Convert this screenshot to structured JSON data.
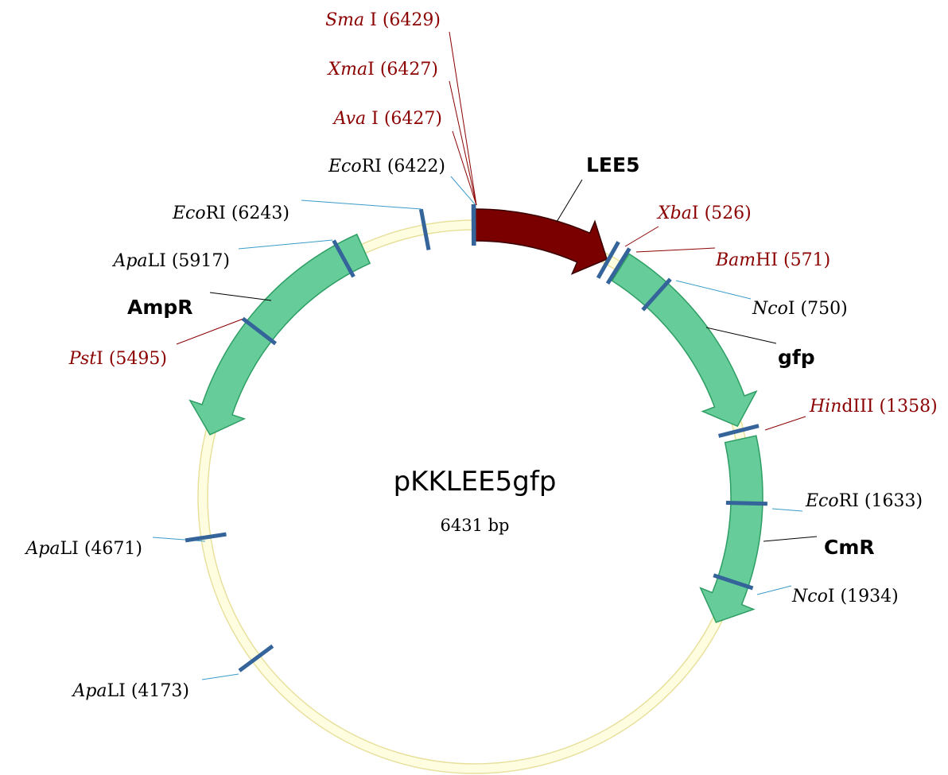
{
  "plasmid": {
    "name": "pKKLEE5gfp",
    "size_label": "6431 bp",
    "total_bp": 6431
  },
  "colors": {
    "backbone_fill": "#fffde0",
    "backbone_stroke": "#e8e098",
    "leader_line_blue": "#3a9cc8",
    "leader_line_red": "#8b0000",
    "leader_line_black": "#000000",
    "cut_mark": "#34649a",
    "feature_green": "#66cc99",
    "feature_green_stroke": "#2e9e64",
    "feature_red": "#7a0000",
    "label_red": "#8b0000",
    "label_black": "#000000"
  },
  "features": [
    {
      "name": "LEE5",
      "start": 1,
      "end": 520,
      "direction": "cw",
      "color": "red"
    },
    {
      "name": "gfp",
      "start": 580,
      "end": 1340,
      "direction": "cw",
      "color": "green"
    },
    {
      "name": "CmR",
      "start": 1390,
      "end": 2100,
      "direction": "cw",
      "color": "green"
    },
    {
      "name": "AmpR",
      "start": 5060,
      "end": 6000,
      "direction": "ccw",
      "color": "green"
    }
  ],
  "sites": [
    {
      "id": "smai",
      "enzyme": "Sma",
      "suffix": " I",
      "position": 6429,
      "position_label": "(6429)",
      "highlight": true
    },
    {
      "id": "xmai",
      "enzyme": "Xma",
      "suffix": "I",
      "position": 6427,
      "position_label": "(6427)",
      "highlight": true
    },
    {
      "id": "avai",
      "enzyme": "Ava",
      "suffix": " I",
      "position": 6427,
      "position_label": "(6427)",
      "highlight": true
    },
    {
      "id": "ecori-6422",
      "enzyme": "Eco",
      "suffix": "RI",
      "position": 6422,
      "position_label": "(6422)",
      "highlight": false
    },
    {
      "id": "ecori-6243",
      "enzyme": "Eco",
      "suffix": "RI",
      "position": 6243,
      "position_label": "(6243)",
      "highlight": false
    },
    {
      "id": "apali-5917",
      "enzyme": "Apa",
      "suffix": "LI",
      "position": 5917,
      "position_label": "(5917)",
      "highlight": false
    },
    {
      "id": "psti",
      "enzyme": "Pst",
      "suffix": "I",
      "position": 5495,
      "position_label": "(5495)",
      "highlight": true
    },
    {
      "id": "apali-4671",
      "enzyme": "Apa",
      "suffix": "LI",
      "position": 4671,
      "position_label": "(4671)",
      "highlight": false
    },
    {
      "id": "apali-4173",
      "enzyme": "Apa",
      "suffix": "LI",
      "position": 4173,
      "position_label": "(4173)",
      "highlight": false
    },
    {
      "id": "xbai",
      "enzyme": "Xba",
      "suffix": "I",
      "position": 526,
      "position_label": "(526)",
      "highlight": true
    },
    {
      "id": "bamhi",
      "enzyme": "Bam",
      "suffix": "HI",
      "position": 571,
      "position_label": "(571)",
      "highlight": true
    },
    {
      "id": "ncoi-750",
      "enzyme": "Nco",
      "suffix": "I",
      "position": 750,
      "position_label": "(750)",
      "highlight": false
    },
    {
      "id": "hindiii",
      "enzyme": "Hin",
      "suffix": "dIII",
      "position": 1358,
      "position_label": "(1358)",
      "highlight": true
    },
    {
      "id": "ecori-1633",
      "enzyme": "Eco",
      "suffix": "RI",
      "position": 1633,
      "position_label": "(1633)",
      "highlight": false
    },
    {
      "id": "ncoi-1934",
      "enzyme": "Nco",
      "suffix": "I",
      "position": 1934,
      "position_label": "(1934)",
      "highlight": false
    }
  ]
}
